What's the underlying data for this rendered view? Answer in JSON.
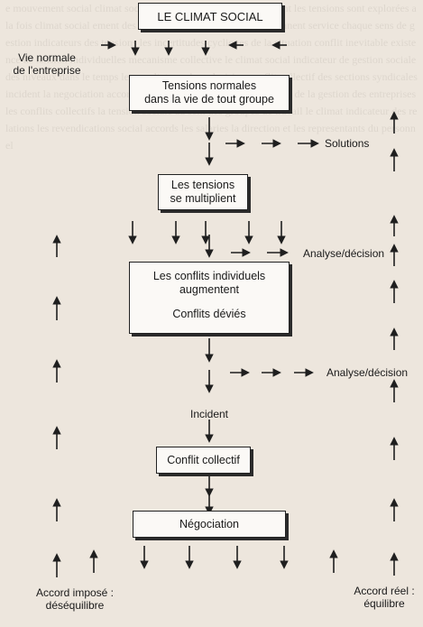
{
  "boxes": {
    "climat": "LE CLIMAT SOCIAL",
    "tensions_normales_1": "Tensions normales",
    "tensions_normales_2": "dans la vie de tout groupe",
    "tensions_mult_1": "Les tensions",
    "tensions_mult_2": "se multiplient",
    "conflits_1": "Les conflits individuels",
    "conflits_2": "augmentent",
    "conflits_3": "Conflits déviés",
    "collectif": "Conflit collectif",
    "negociation": "Négociation"
  },
  "labels": {
    "vie_1": "Vie normale",
    "vie_2": "de l'entreprise",
    "solutions": "Solutions",
    "analyse_1": "Analyse/décision",
    "analyse_2": "Analyse/décision",
    "incident": "Incident",
    "accord_impose_1": "Accord imposé :",
    "accord_impose_2": "déséquilibre",
    "accord_reel_1": "Accord réel :",
    "accord_reel_2": "équilibre"
  },
  "colors": {
    "stroke": "#1f1f1f",
    "box_fill": "#fbf9f6",
    "background": "#ede6dd"
  }
}
